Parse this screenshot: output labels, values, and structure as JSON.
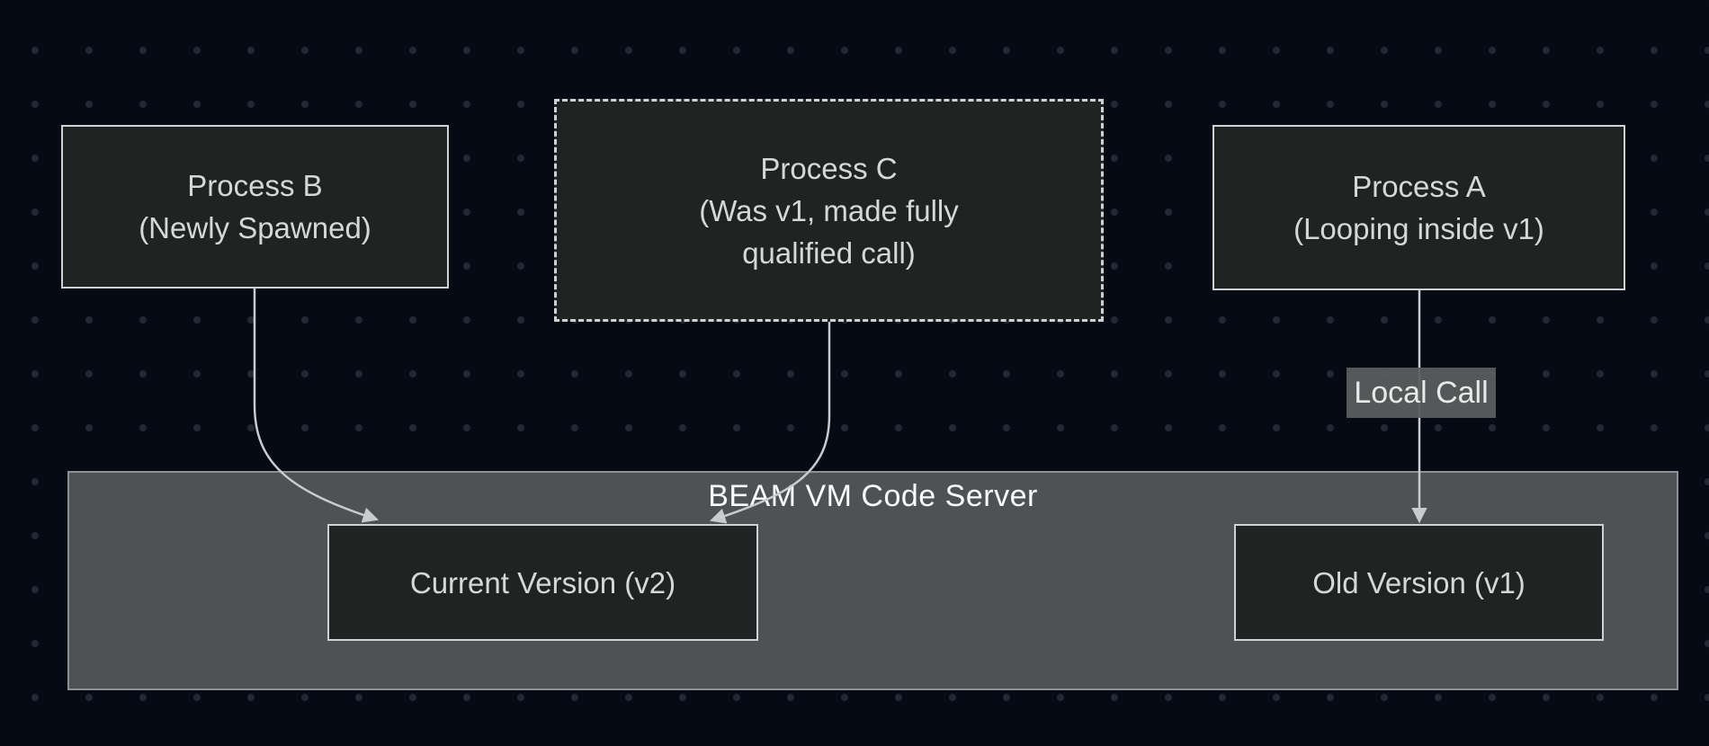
{
  "diagram": {
    "title_caption": "BEAM VM hot code loading diagram",
    "nodes": {
      "process_b": {
        "lines": [
          "Process B",
          "(Newly Spawned)"
        ]
      },
      "process_c": {
        "lines": [
          "Process C",
          "(Was v1, made fully",
          "qualified call)"
        ]
      },
      "process_a": {
        "lines": [
          "Process A",
          "(Looping inside v1)"
        ]
      },
      "current_version": {
        "lines": [
          "Current Version (v2)"
        ]
      },
      "old_version": {
        "lines": [
          "Old Version (v1)"
        ]
      }
    },
    "cluster": {
      "title": "BEAM VM Code Server"
    },
    "edges": [
      {
        "from": "process_b",
        "to": "current_version",
        "label": ""
      },
      {
        "from": "process_c",
        "to": "current_version",
        "label": ""
      },
      {
        "from": "process_a",
        "to": "old_version",
        "label": "Local Call"
      }
    ],
    "edge_label": {
      "text": "Local Call"
    },
    "colors": {
      "background": "#060a15",
      "dot_grid": "#242836",
      "node_fill": "#212322",
      "node_border": "#cfd2d4",
      "node_text": "#d6d8d8",
      "cluster_fill": "#4e5254",
      "cluster_border": "#8e9194",
      "cluster_title_text": "#fbfbfb",
      "edge_stroke": "#c9cccf",
      "edge_label_bg": "#5b5c5e",
      "edge_label_text": "#e8e9e9"
    }
  }
}
